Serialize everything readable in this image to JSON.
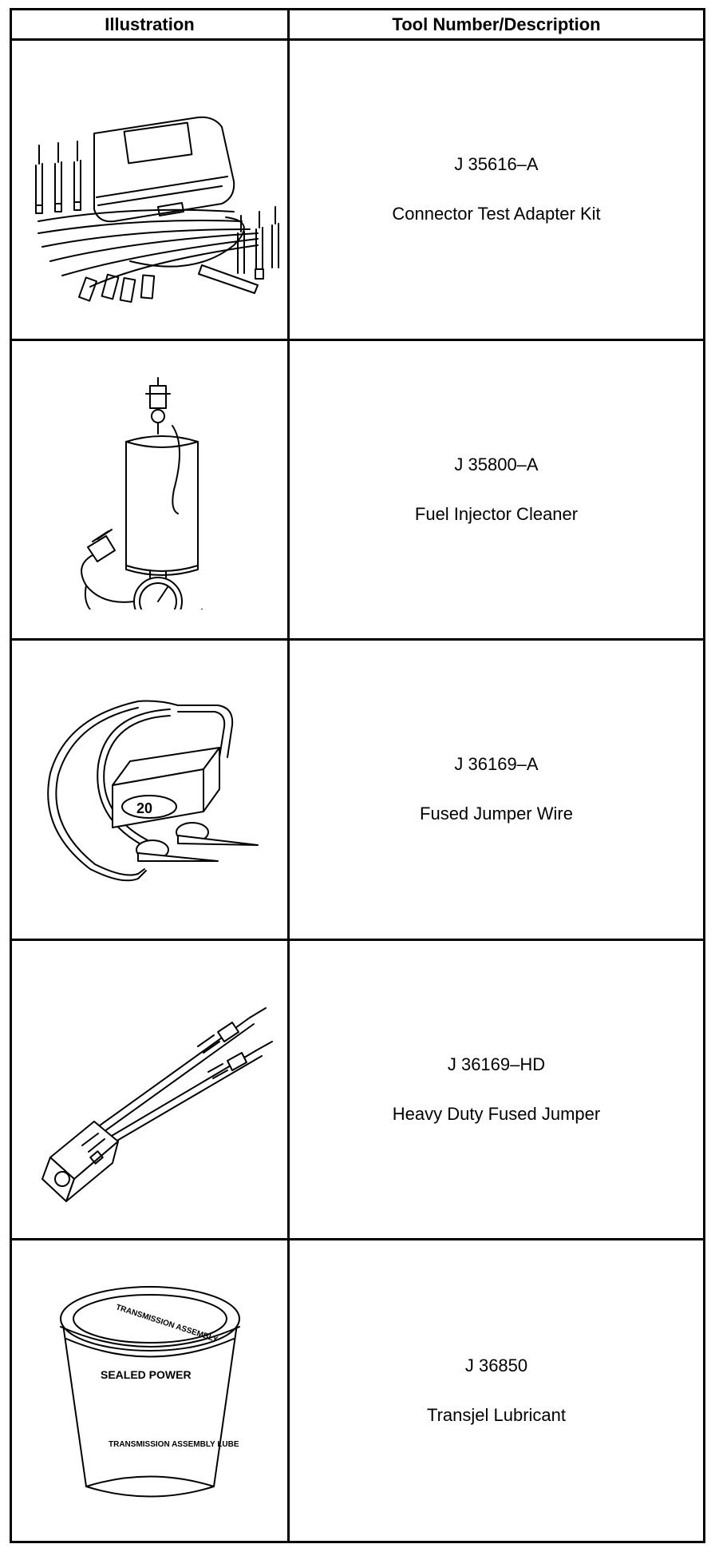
{
  "table": {
    "headers": {
      "illustration": "Illustration",
      "tool": "Tool Number/Description"
    },
    "rows": [
      {
        "number": "J 35616–A",
        "description": "Connector Test Adapter Kit",
        "icon": "connector-test-adapter-kit-icon"
      },
      {
        "number": "J 35800–A",
        "description": "Fuel Injector Cleaner",
        "icon": "fuel-injector-cleaner-icon"
      },
      {
        "number": "J 36169–A",
        "description": "Fused Jumper Wire",
        "icon": "fused-jumper-wire-icon",
        "fuse_label": "20"
      },
      {
        "number": "J 36169–HD",
        "description": "Heavy Duty Fused Jumper",
        "icon": "heavy-duty-fused-jumper-icon"
      },
      {
        "number": "J 36850",
        "description": "Transjel Lubricant",
        "icon": "transjel-lubricant-icon",
        "lid_label": "TRANSMISSION ASSEMBLY",
        "brand_label": "SEALED POWER",
        "side_label": "TRANSMISSION ASSEMBLY LUBE"
      }
    ]
  }
}
